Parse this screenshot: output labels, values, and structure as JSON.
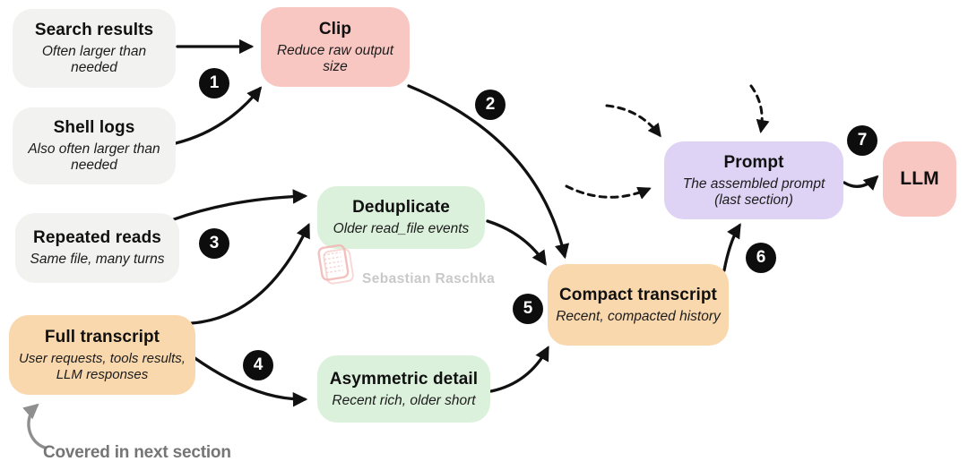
{
  "diagram": {
    "nodes": {
      "search_results": {
        "title": "Search results",
        "subtitle": "Often larger than needed"
      },
      "shell_logs": {
        "title": "Shell logs",
        "subtitle": "Also often larger than needed"
      },
      "clip": {
        "title": "Clip",
        "subtitle": "Reduce raw output size"
      },
      "repeated_reads": {
        "title": "Repeated reads",
        "subtitle": "Same file, many turns"
      },
      "full_transcript": {
        "title": "Full transcript",
        "subtitle": "User requests, tools results, LLM responses"
      },
      "deduplicate": {
        "title": "Deduplicate",
        "subtitle": "Older read_file events"
      },
      "asymmetric_detail": {
        "title": "Asymmetric detail",
        "subtitle": "Recent rich, older short"
      },
      "compact_transcript": {
        "title": "Compact transcript",
        "subtitle": "Recent, compacted history"
      },
      "prompt": {
        "title": "Prompt",
        "subtitle": "The assembled prompt (last section)"
      },
      "llm": {
        "title": "LLM"
      }
    },
    "step_badges": [
      "1",
      "2",
      "3",
      "4",
      "5",
      "6",
      "7"
    ],
    "watermark": {
      "text": "Sebastian Raschka"
    },
    "caption": "Covered in next section",
    "colors": {
      "node_gray": "#f2f2f0",
      "node_pink": "#f9c7c2",
      "node_green": "#dcf1dc",
      "node_orange": "#fad8ad",
      "node_purple": "#ded3f4",
      "badge_black": "#0d0d0d",
      "arrow_black": "#111111",
      "arrow_gray": "#8f8f8f",
      "watermark_gray": "#c9c9c9",
      "caption_gray": "#757575"
    }
  }
}
